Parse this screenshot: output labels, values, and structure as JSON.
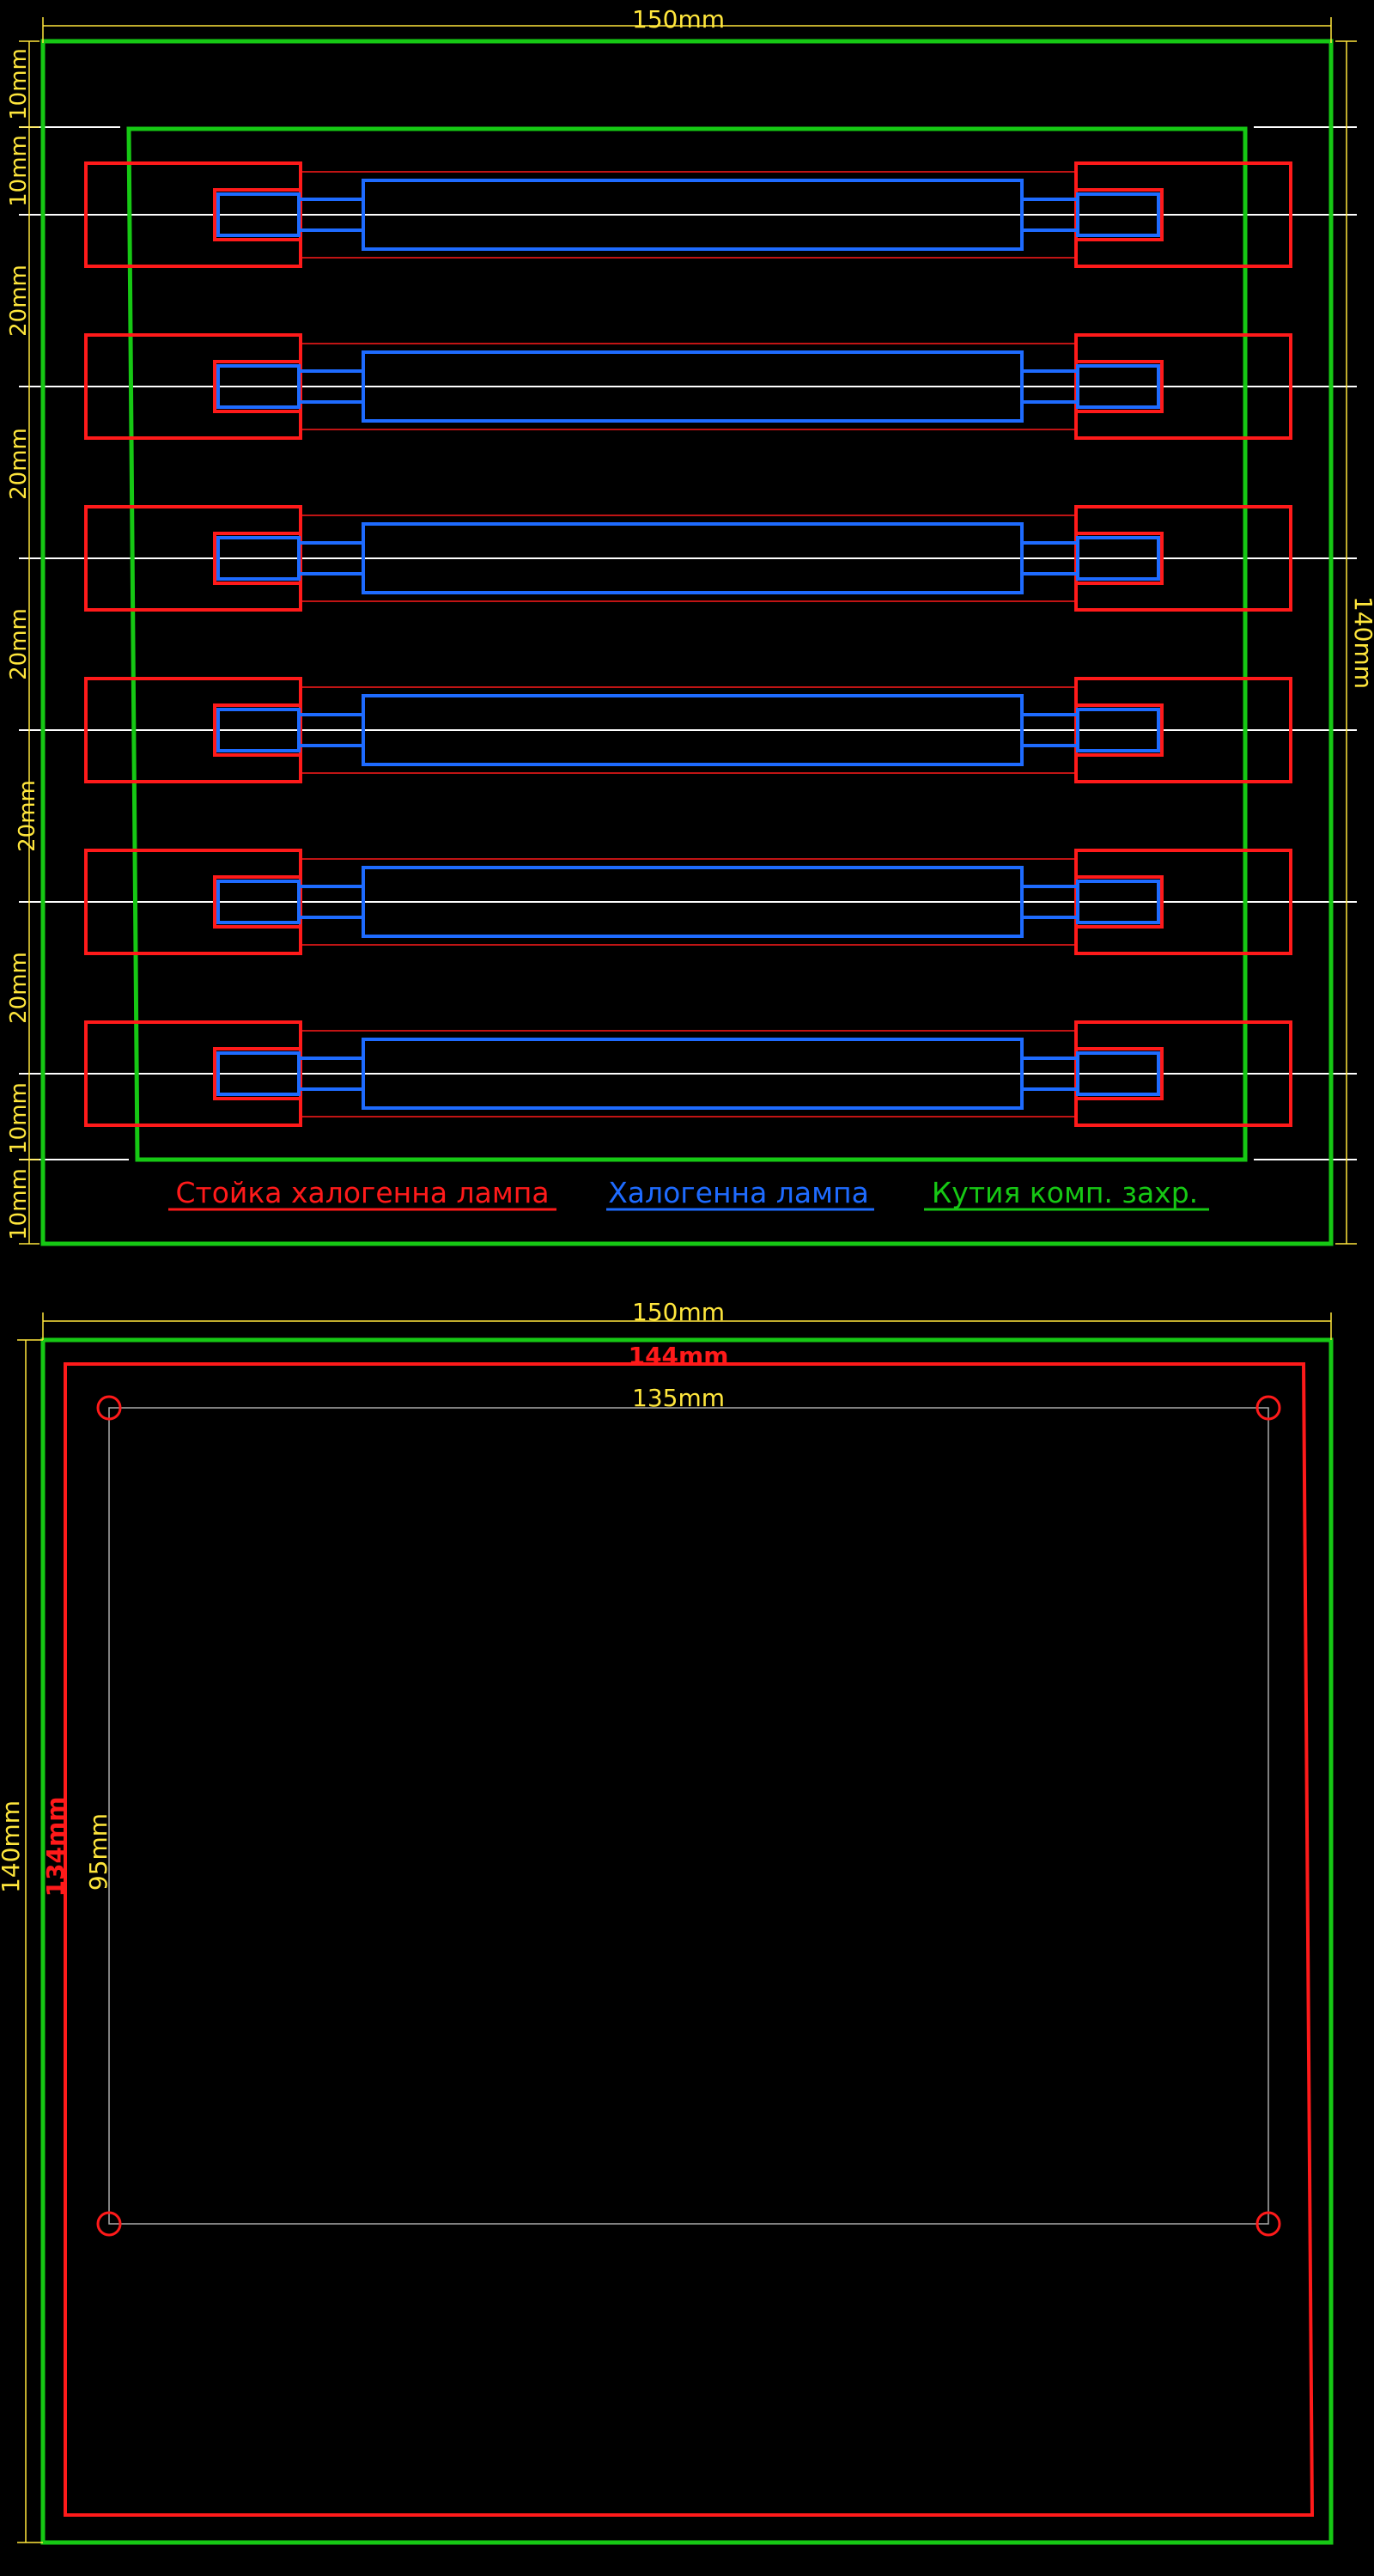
{
  "colors": {
    "background": "#000000",
    "dimension": "#ffe63c",
    "guide": "#ffffff",
    "holder": "#ff1a1a",
    "lamp": "#1e6bff",
    "enclosure": "#16c814",
    "thin_gray": "#aaaaaa"
  },
  "top_view": {
    "width_dim": "150mm",
    "height_dim": "140mm",
    "left_dims": [
      "10mm",
      "10mm",
      "20mm",
      "20mm",
      "20mm",
      "20mm",
      "20mm",
      "10mm",
      "10mm"
    ],
    "lamp_count": 6,
    "legend": [
      {
        "label": "Стойка халогенна лампа",
        "color": "#ff1a1a"
      },
      {
        "label": "Халогенна лампа",
        "color": "#1e6bff"
      },
      {
        "label": "Кутия комп. захр.",
        "color": "#16c814"
      }
    ]
  },
  "bottom_view": {
    "width_dim": "150mm",
    "plate_width": "144mm",
    "hole_spacing_x": "135mm",
    "height_dim": "140mm",
    "plate_height": "134mm",
    "hole_spacing_y": "95mm",
    "hole_count": 4
  }
}
